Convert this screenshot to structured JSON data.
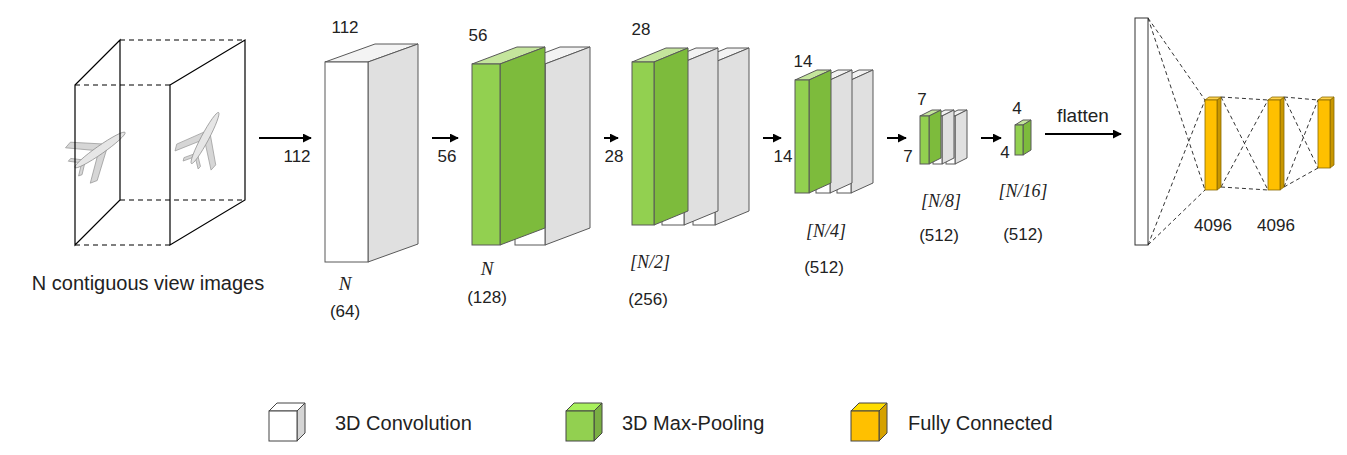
{
  "diagram": {
    "nodes": [
      {
        "text": [
          "N contiguous view images"
        ]
      },
      {
        "text": [
          "112",
          "112",
          "N",
          "(64)"
        ]
      },
      {
        "text": [
          "56",
          "56",
          "N",
          "(128)"
        ]
      },
      {
        "text": [
          "28",
          "28",
          "[N/2]",
          "(256)"
        ]
      },
      {
        "text": [
          "14",
          "14",
          "[N/4]",
          "(512)"
        ]
      },
      {
        "text": [
          "7",
          "7",
          "[N/8]",
          "(512)"
        ]
      },
      {
        "text": [
          "4",
          "4",
          "[N/16]",
          "(512)"
        ]
      },
      {
        "text": [
          "4096",
          "4096"
        ]
      }
    ],
    "edges": [
      {
        "from": 0,
        "to": 1,
        "arrow": "to"
      },
      {
        "from": 1,
        "to": 2,
        "arrow": "to"
      },
      {
        "from": 2,
        "to": 3,
        "arrow": "to"
      },
      {
        "from": 3,
        "to": 4,
        "arrow": "to"
      },
      {
        "from": 4,
        "to": 5,
        "arrow": "to"
      },
      {
        "from": 5,
        "to": 6,
        "arrow": "to"
      },
      {
        "from": 6,
        "to": 7,
        "label": "flatten",
        "arrow": "to"
      }
    ],
    "legend": [
      {
        "text": "3D Convolution",
        "color": "#ffffff"
      },
      {
        "text": "3D Max-Pooling",
        "color": "#92d050"
      },
      {
        "text": "Fully Connected",
        "color": "#ffc000"
      }
    ]
  }
}
